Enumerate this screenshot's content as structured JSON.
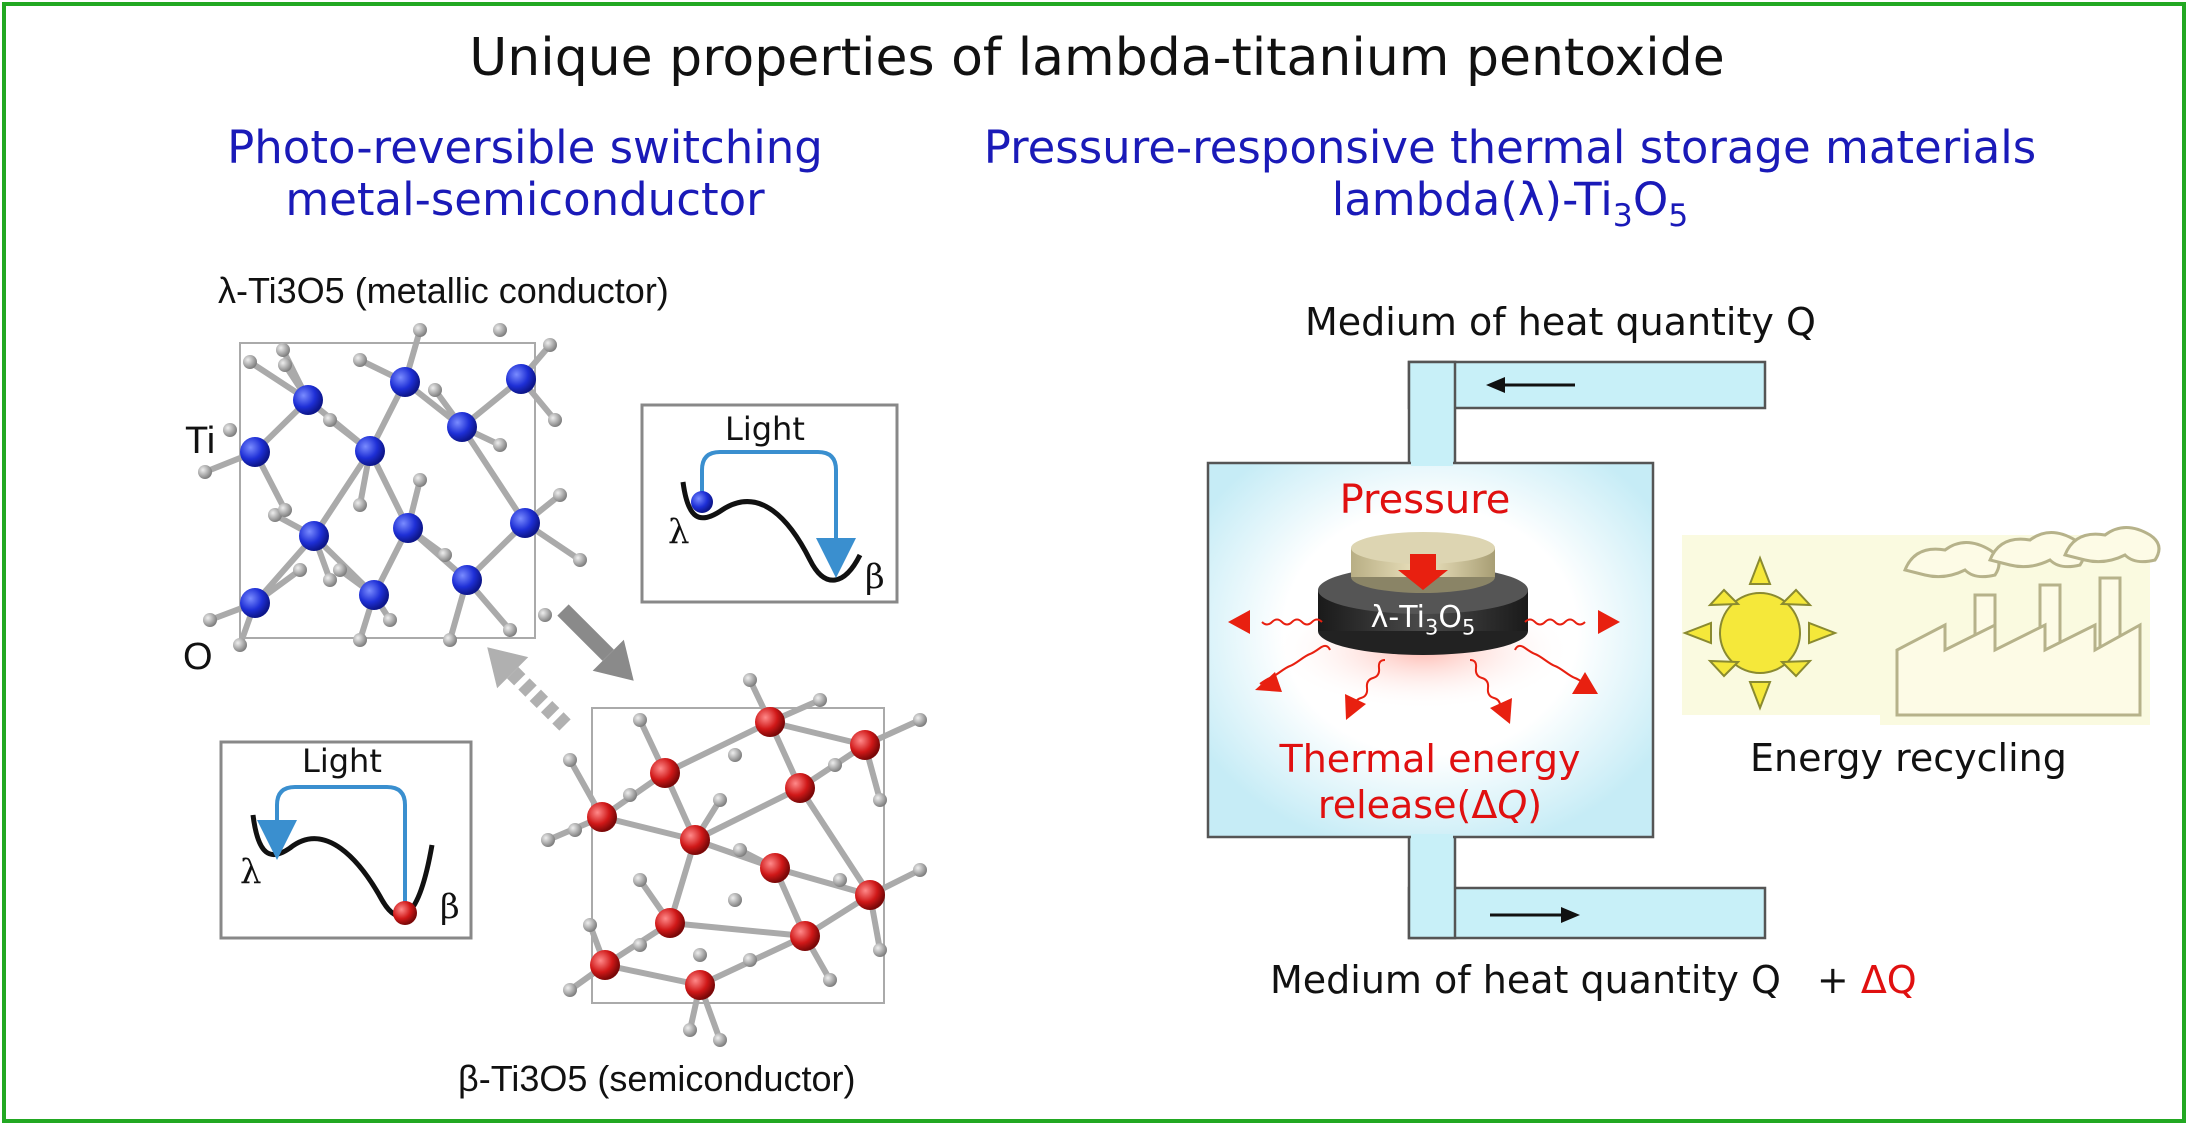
{
  "title": "Unique properties of lambda-titanium pentoxide",
  "left": {
    "heading_line1": "Photo-reversible switching",
    "heading_line2": "metal-semiconductor",
    "lambda_structure_label": "λ-Ti3O5 (metallic conductor)",
    "beta_structure_label": "β-Ti3O5 (semiconductor)",
    "ti_label": "Ti",
    "o_label": "O",
    "energy_box_top": {
      "light": "Light",
      "lambda": "λ",
      "beta": "β"
    },
    "energy_box_bottom": {
      "light": "Light",
      "lambda": "λ",
      "beta": "β"
    }
  },
  "right": {
    "heading_line1": "Pressure-responsive thermal storage materials",
    "heading_line2_prefix": "lambda(λ)-Ti",
    "heading_sub1": "3",
    "heading_mid": "O",
    "heading_sub2": "5",
    "medium_top": "Medium of heat quantity Q",
    "medium_bottom": "Medium of heat quantity Q",
    "medium_bottom_plus": "+",
    "delta_q": "ΔQ",
    "pressure": "Pressure",
    "disk_label_prefix": "λ-Ti",
    "disk_sub1": "3",
    "disk_mid": "O",
    "disk_sub2": "5",
    "release_line1": "Thermal energy",
    "release_line2_prefix": "release(Δ",
    "release_line2_q": "Q",
    "release_line2_suffix": ")",
    "energy_recycling": "Energy recycling"
  },
  "colors": {
    "frame": "#22a822",
    "heading_blue": "#1a1ab8",
    "accent_red": "#e01010",
    "ti_atom": "#1e2fd6",
    "beta_atom": "#d01818",
    "pipe": "#c8f0f8"
  }
}
